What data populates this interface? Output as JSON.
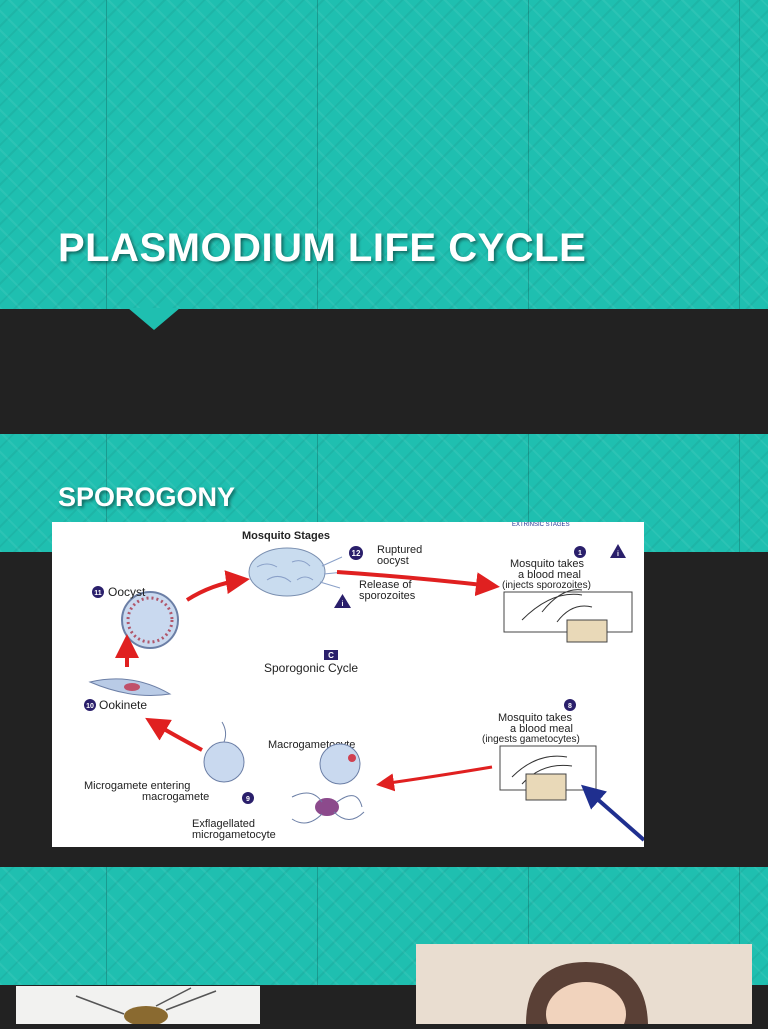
{
  "slide1": {
    "title": "PLASMODIUM LIFE CYCLE"
  },
  "slide2": {
    "title": "SPOROGONY",
    "diagram": {
      "header": "Mosquito Stages",
      "center_badge": "C",
      "center_label": "Sporogonic Cycle",
      "top_right_partial": "EXTRINSIC STAGES",
      "stages": {
        "s12_num": "12",
        "s12_line1": "Ruptured",
        "s12_line2": "oocyst",
        "release_line1": "Release of",
        "release_line2": "sporozoites",
        "i_label": "i",
        "s11_num": "11",
        "s11_label": "Oocyst",
        "s10_num": "10",
        "s10_label": "Ookinete",
        "s9_num": "9",
        "micro_line1": "Microgamete entering",
        "micro_line2": "macrogamete",
        "macro_label": "Macrogametocyte",
        "exfl_line1": "Exflagellated",
        "exfl_line2": "microgametocyte",
        "s1_num": "1",
        "s1_line1": "Mosquito takes",
        "s1_line2": "a blood meal",
        "s1_line3": "(injects sporozoites)",
        "s8_num": "8",
        "s8_line1": "Mosquito takes",
        "s8_line2": "a blood meal",
        "s8_line3": "(ingests gametocytes)"
      }
    }
  },
  "colors": {
    "teal": "#1fbfb0",
    "dark": "#222222",
    "arrow_red": "#e02020",
    "arrow_blue": "#1f2f8f",
    "badge": "#2a1f6b"
  }
}
